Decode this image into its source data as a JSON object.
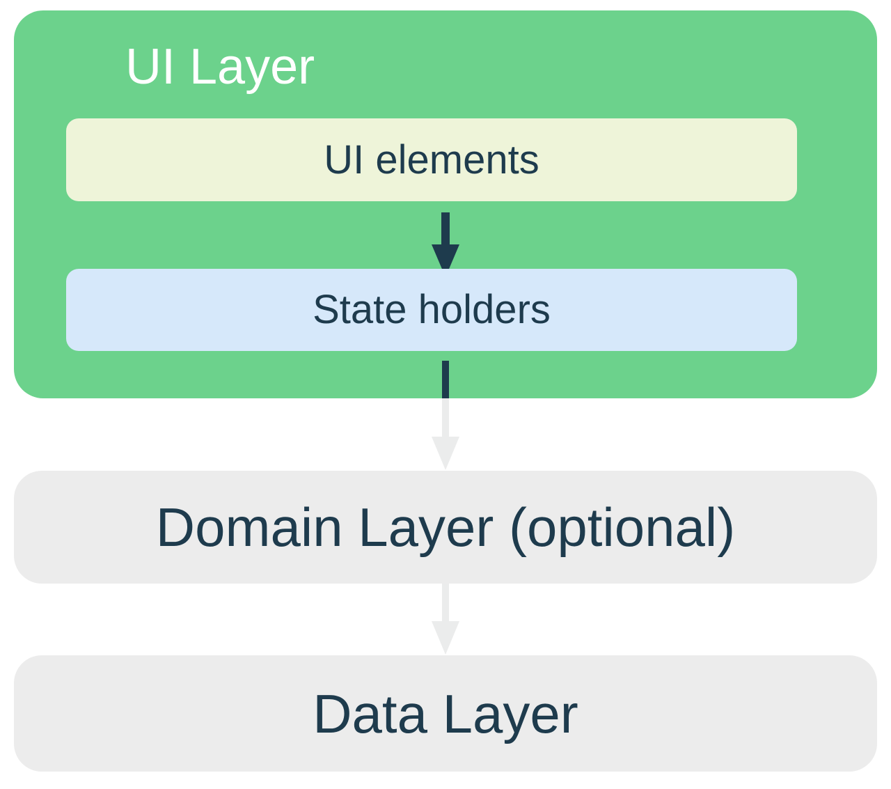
{
  "layers": {
    "ui_layer": {
      "title": "UI Layer"
    },
    "ui_elements": {
      "label": "UI elements"
    },
    "state_holders": {
      "label": "State holders"
    },
    "domain_layer": {
      "label": "Domain Layer (optional)"
    },
    "data_layer": {
      "label": "Data Layer"
    }
  },
  "icons": {
    "arrow_dark": "arrow-down",
    "arrow_light": "arrow-down"
  },
  "colors": {
    "ui_layer_bg": "#6CD28C",
    "ui_elements_bg": "#EEF4D9",
    "state_holders_bg": "#D6E8FA",
    "layer_box_bg": "#ECECEC",
    "title_text": "#FFFFFF",
    "text_dark": "#1E3B4D",
    "arrow_dark": "#1E3B4D",
    "arrow_light": "#EBECEC",
    "background": "#FFFFFF"
  }
}
